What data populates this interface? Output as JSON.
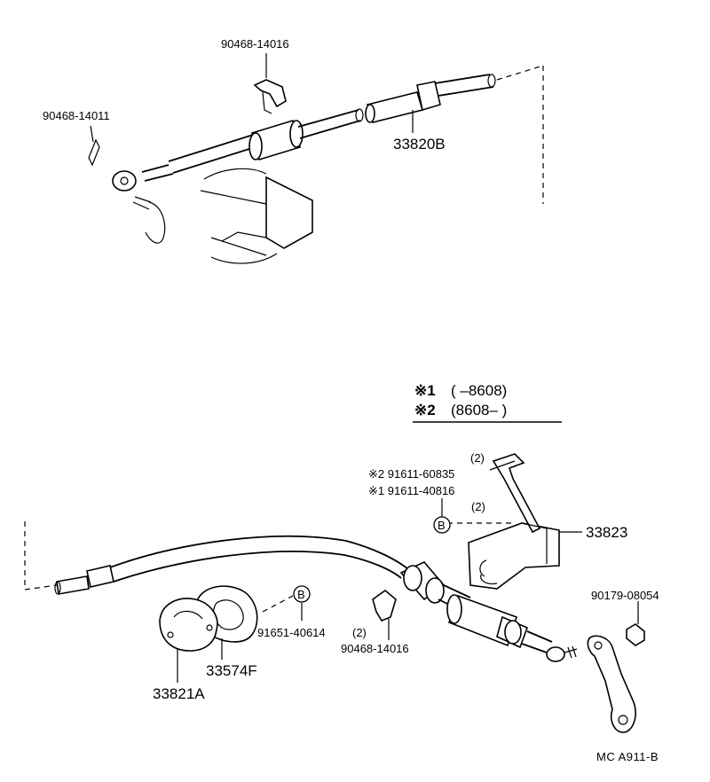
{
  "parts": {
    "p90468_14016_top": "90468-14016",
    "p90468_14011": "90468-14011",
    "p33820B": "33820B",
    "p33823": "33823",
    "p90179_08054": "90179-08054",
    "p91651_40614": "91651-40614",
    "p91651_qty": "(2)",
    "p90468_14016_bot": "90468-14016",
    "p33574F": "33574F",
    "p33821A": "33821A",
    "p91611_qty_a": "(2)",
    "p91611_60835": "※2 91611-60835",
    "p91611_40816": "※1 91611-40816",
    "p91611_qty_b": "(2)",
    "ref_b_1": "B",
    "ref_b_2": "B"
  },
  "legend": {
    "line1_mark": "※1",
    "line1_range": "(        –8608)",
    "line2_mark": "※2",
    "line2_range": "(8608–        )"
  },
  "caption": "MC  A911-B"
}
